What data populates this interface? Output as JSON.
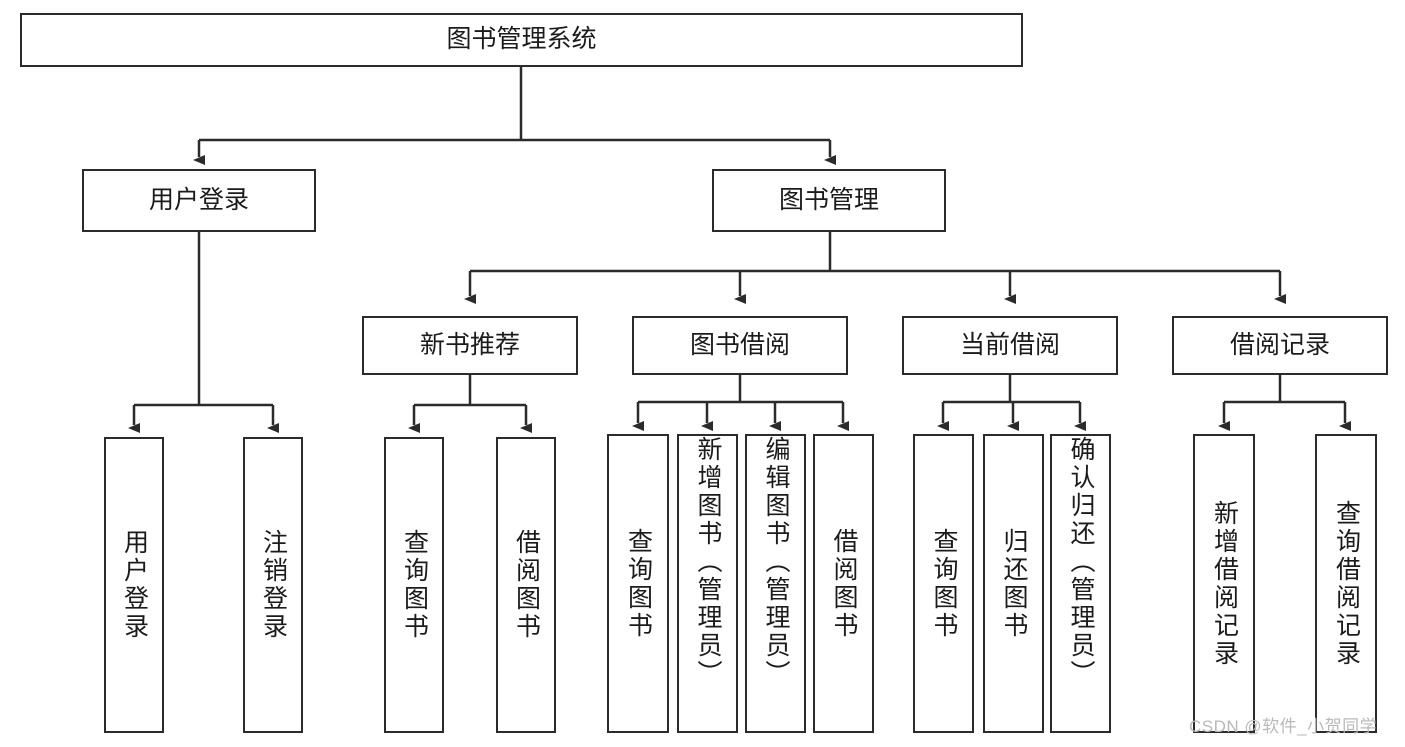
{
  "diagram": {
    "type": "tree",
    "title": "图书管理系统",
    "root": {
      "id": "root",
      "label": "图书管理系统"
    },
    "level2": [
      {
        "id": "user-login",
        "label": "用户登录"
      },
      {
        "id": "book-manage",
        "label": "图书管理"
      }
    ],
    "level3": [
      {
        "id": "new-book-recommend",
        "label": "新书推荐",
        "parent": "book-manage"
      },
      {
        "id": "book-borrow",
        "label": "图书借阅",
        "parent": "book-manage"
      },
      {
        "id": "current-borrow",
        "label": "当前借阅",
        "parent": "book-manage"
      },
      {
        "id": "borrow-record",
        "label": "借阅记录",
        "parent": "book-manage"
      }
    ],
    "leaves": [
      {
        "id": "leaf-user-login",
        "label": "用户登录",
        "parent": "user-login"
      },
      {
        "id": "leaf-logout",
        "label": "注销登录",
        "parent": "user-login"
      },
      {
        "id": "leaf-query-book-1",
        "label": "查询图书",
        "parent": "new-book-recommend"
      },
      {
        "id": "leaf-borrow-book-1",
        "label": "借阅图书",
        "parent": "new-book-recommend"
      },
      {
        "id": "leaf-query-book-2",
        "label": "查询图书",
        "parent": "book-borrow"
      },
      {
        "id": "leaf-add-book",
        "label": "新增图书（管理员）",
        "parent": "book-borrow"
      },
      {
        "id": "leaf-edit-book",
        "label": "编辑图书（管理员）",
        "parent": "book-borrow"
      },
      {
        "id": "leaf-borrow-book-2",
        "label": "借阅图书",
        "parent": "book-borrow"
      },
      {
        "id": "leaf-query-book-3",
        "label": "查询图书",
        "parent": "current-borrow"
      },
      {
        "id": "leaf-return-book",
        "label": "归还图书",
        "parent": "current-borrow"
      },
      {
        "id": "leaf-confirm-return",
        "label": "确认归还（管理员）",
        "parent": "current-borrow"
      },
      {
        "id": "leaf-add-record",
        "label": "新增借阅记录",
        "parent": "borrow-record"
      },
      {
        "id": "leaf-query-record",
        "label": "查询借阅记录",
        "parent": "borrow-record"
      }
    ],
    "colors": {
      "stroke": "#2b2b2b",
      "fill": "#ffffff",
      "text": "#1b1b1b",
      "watermark": "#b9b9b9"
    }
  },
  "watermark": {
    "text": "CSDN @软件_小贺同学"
  }
}
